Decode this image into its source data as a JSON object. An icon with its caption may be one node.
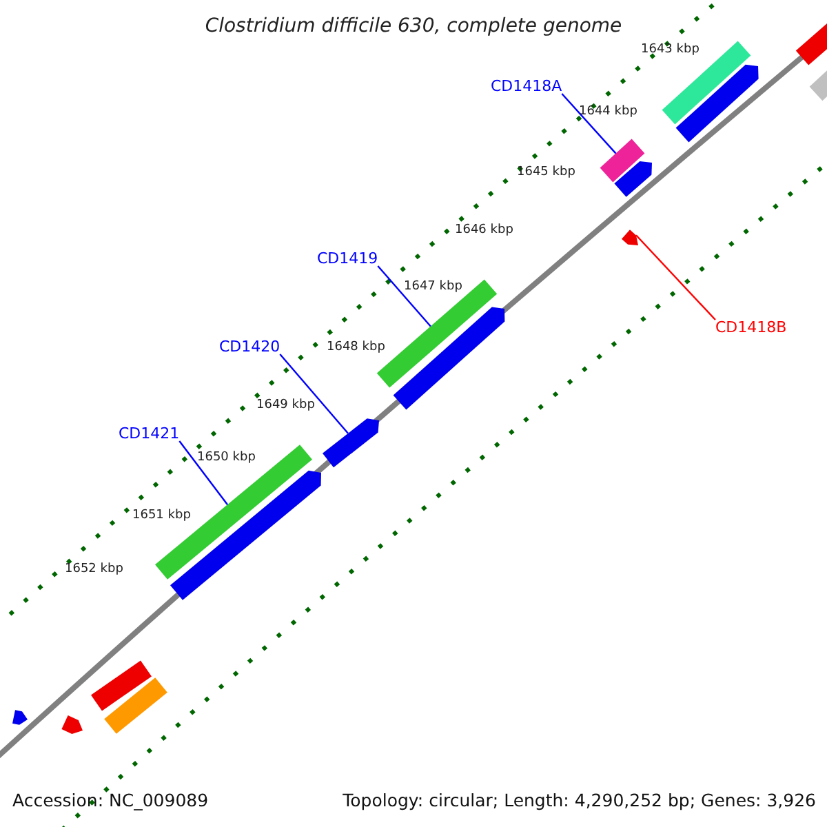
{
  "diagram": {
    "title": "Clostridium difficile 630, complete genome",
    "nodes": [
      {
        "text": [
          "CD1418A"
        ]
      },
      {
        "text": [],
        "shape": "bar"
      },
      {
        "text": [
          "CD1419"
        ]
      },
      {
        "text": [],
        "shape": "bar"
      },
      {
        "text": [
          "CD1420"
        ]
      },
      {
        "text": [],
        "shape": "bar"
      },
      {
        "text": [
          "CD1421"
        ]
      },
      {
        "text": [],
        "shape": "bar"
      },
      {
        "text": [
          "CD1418B"
        ]
      },
      {
        "text": [],
        "shape": "bar"
      },
      {
        "text": [],
        "shape": "bar"
      },
      {
        "text": [],
        "shape": "bar"
      },
      {
        "text": [],
        "shape": "bar"
      },
      {
        "text": [],
        "shape": "bar"
      },
      {
        "text": [],
        "shape": "bar"
      },
      {
        "text": [],
        "shape": "bar"
      },
      {
        "text": [],
        "shape": "bar"
      },
      {
        "text": [],
        "shape": "bar"
      },
      {
        "text": [],
        "shape": "bar"
      },
      {
        "text": [],
        "shape": "bar"
      },
      {
        "text": [],
        "shape": "bar"
      }
    ],
    "edges": [
      {
        "from": 0,
        "to": 1,
        "arrow": "none"
      },
      {
        "from": 2,
        "to": 3,
        "arrow": "none"
      },
      {
        "from": 4,
        "to": 5,
        "arrow": "none"
      },
      {
        "from": 6,
        "to": 7,
        "arrow": "none"
      },
      {
        "from": 8,
        "to": 9,
        "arrow": "none",
        "color": "#ff0000"
      }
    ],
    "labels": [
      "1643 kbp",
      "1644 kbp",
      "1645 kbp",
      "1646 kbp",
      "1647 kbp",
      "1648 kbp",
      "1649 kbp",
      "1650 kbp",
      "1651 kbp",
      "1652 kbp",
      "Accession: NC_009089",
      "Topology: circular; Length: 4,290,252 bp; Genes: 3,926"
    ]
  }
}
